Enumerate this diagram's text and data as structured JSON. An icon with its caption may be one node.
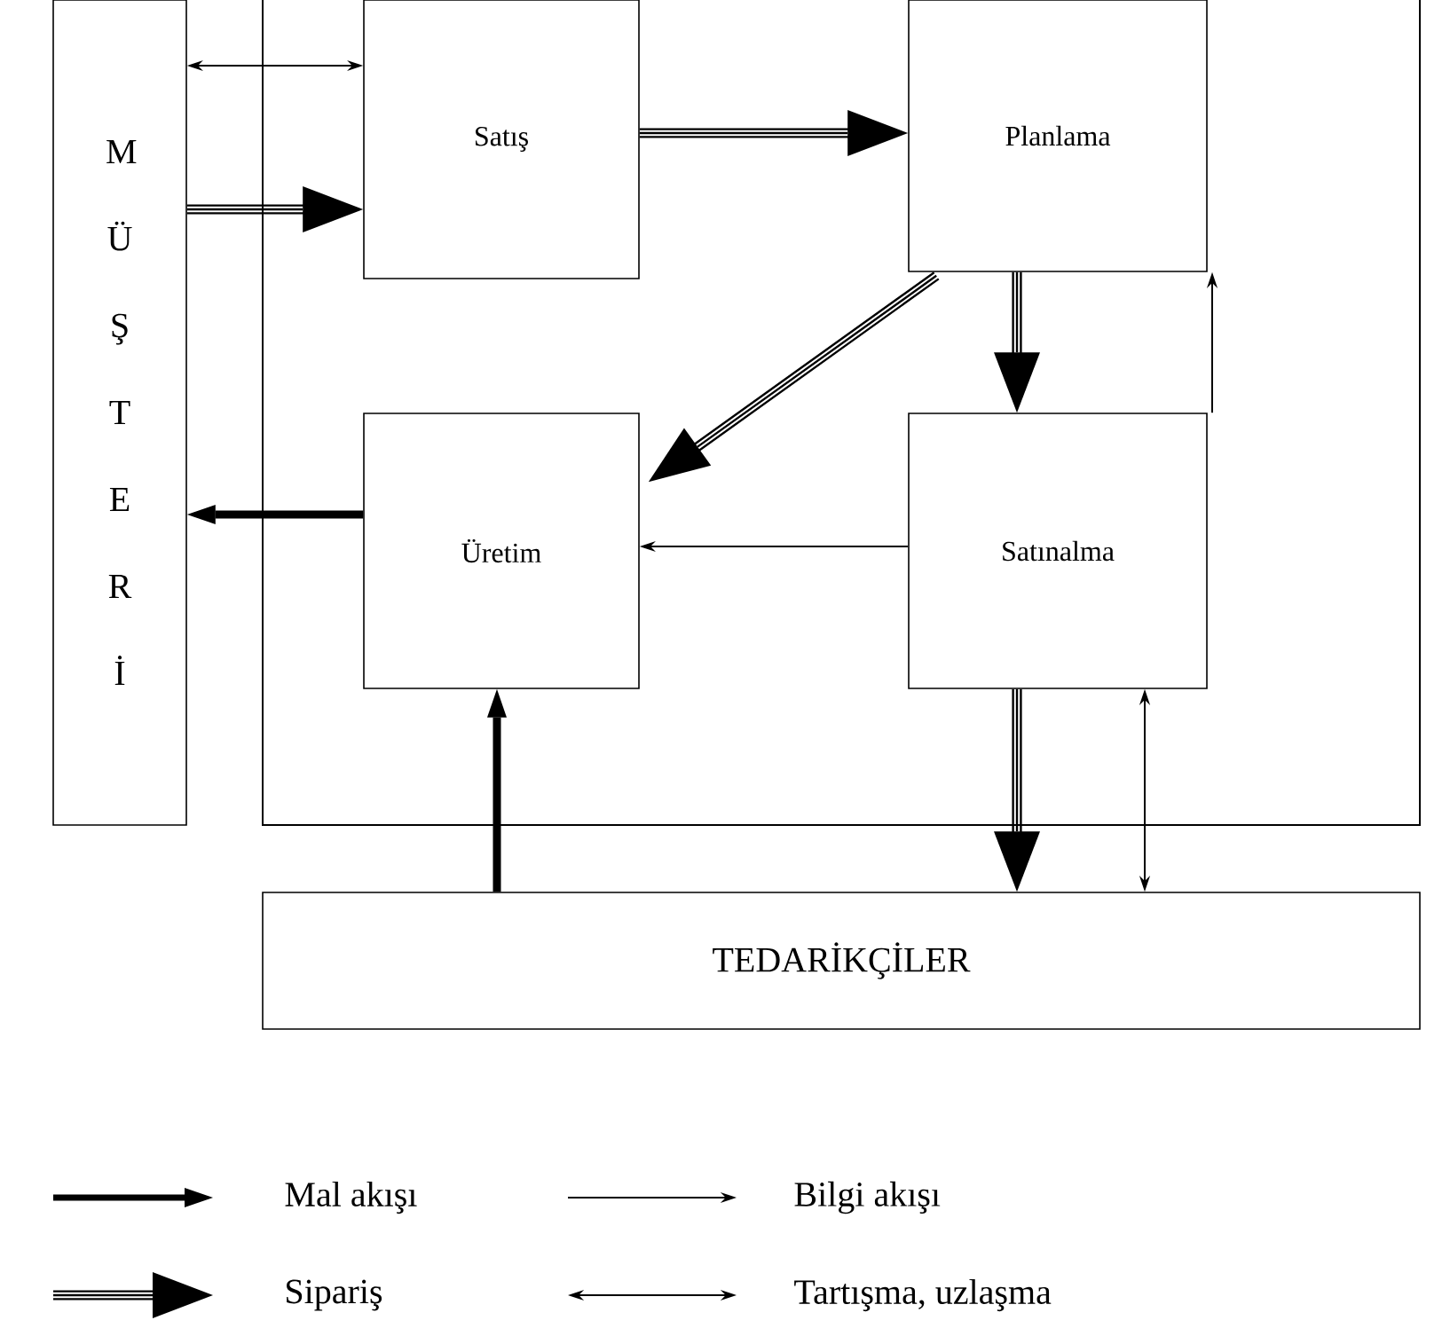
{
  "diagram": {
    "nodes": [
      {
        "text": [
          "M Ü Ş T E R İ"
        ]
      },
      {
        "text": [
          "Satış"
        ]
      },
      {
        "text": [
          "Planlama"
        ]
      },
      {
        "text": [
          "Üretim"
        ]
      },
      {
        "text": [
          "Satınalma"
        ]
      },
      {
        "text": [
          "TEDARİKÇİLER"
        ]
      }
    ],
    "edges": [
      {
        "from": 0,
        "to": 1,
        "arrow": "both"
      },
      {
        "from": 0,
        "to": 1,
        "arrow": "to"
      },
      {
        "from": 1,
        "to": 2,
        "arrow": "to"
      },
      {
        "from": 2,
        "to": 3,
        "arrow": "to"
      },
      {
        "from": 2,
        "to": 4,
        "arrow": "to"
      },
      {
        "from": 4,
        "to": 2,
        "arrow": "to"
      },
      {
        "from": 4,
        "to": 3,
        "arrow": "to"
      },
      {
        "from": 3,
        "to": 0,
        "arrow": "to",
        "style": "thick"
      },
      {
        "from": 4,
        "to": 5,
        "arrow": "to"
      },
      {
        "from": 5,
        "to": 4,
        "arrow": "both"
      },
      {
        "from": 5,
        "to": 3,
        "arrow": "to",
        "style": "thick"
      }
    ],
    "legend": [
      {
        "text": "Mal akışı"
      },
      {
        "text": "Bilgi akışı"
      },
      {
        "text": "Sipariş"
      },
      {
        "text": "Tartışma, uzlaşma"
      }
    ]
  }
}
